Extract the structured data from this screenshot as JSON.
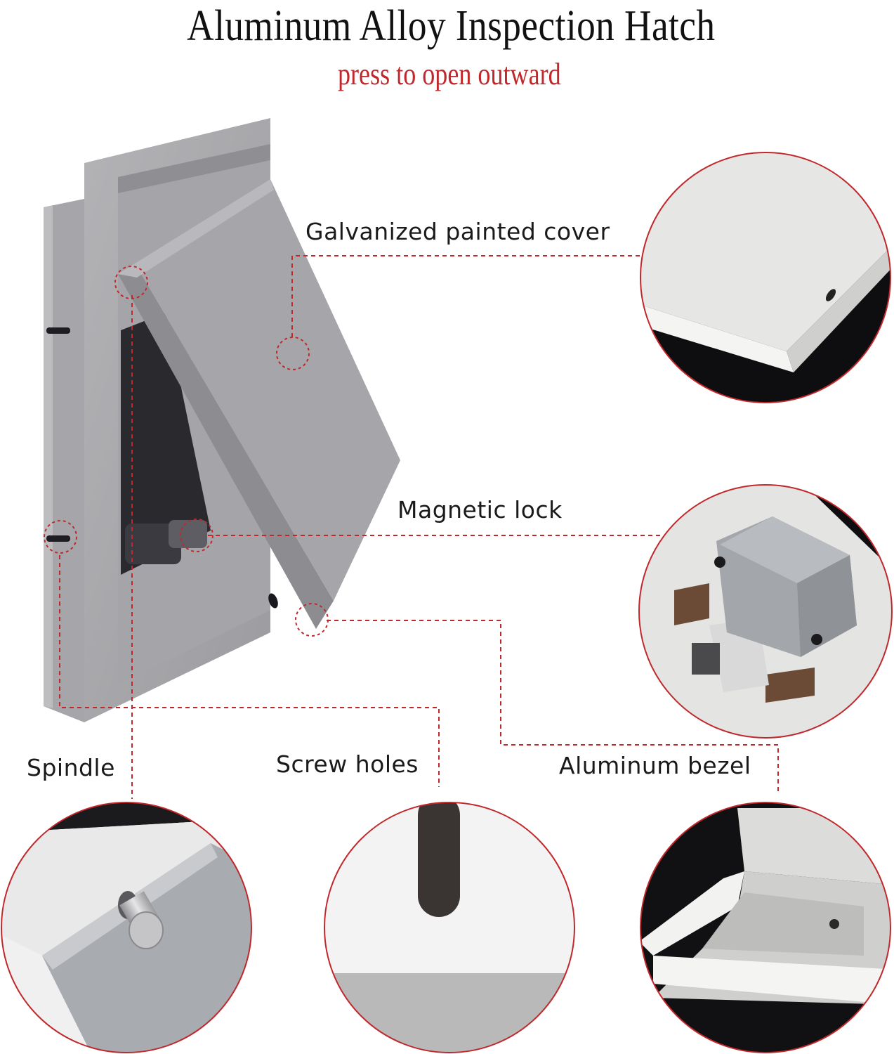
{
  "header": {
    "title": "Aluminum Alloy Inspection Hatch",
    "subtitle": "press to open outward"
  },
  "callouts": {
    "cover": "Galvanized painted cover",
    "lock": "Magnetic lock",
    "spindle": "Spindle",
    "screw_holes": "Screw holes",
    "bezel": "Aluminum bezel"
  },
  "colors": {
    "accent": "#c0282c",
    "panel": "#a8a8ab",
    "frame": "#b9b9bc"
  }
}
